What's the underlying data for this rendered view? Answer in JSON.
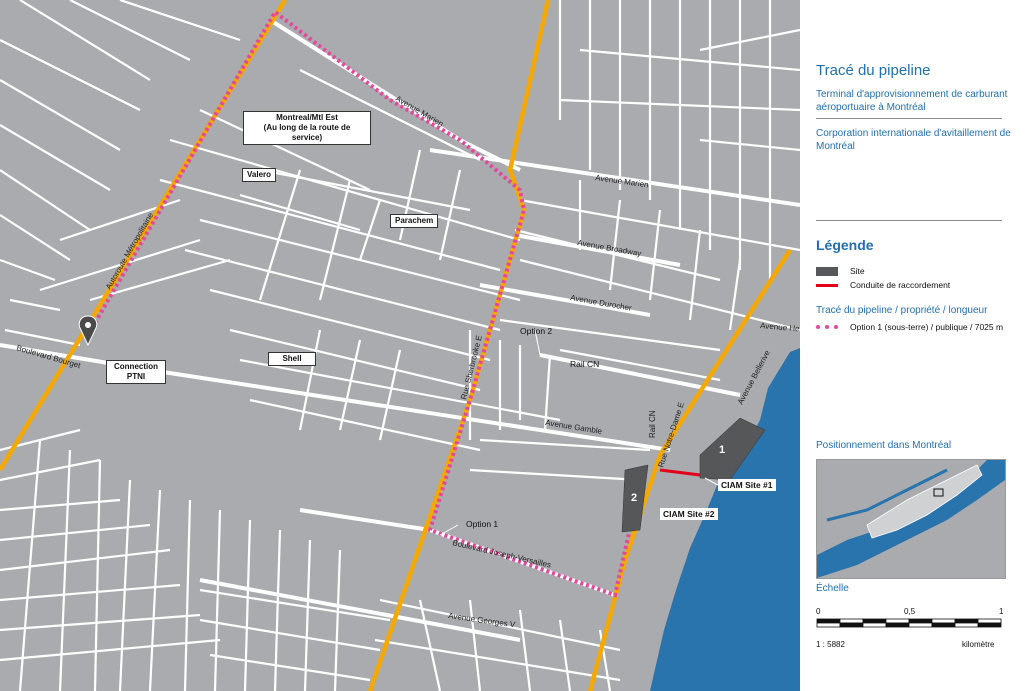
{
  "panel": {
    "title": "Tracé du pipeline",
    "subtitle1": "Terminal d'approvisionnement de carburant aéroportuaire à Montréal",
    "subtitle2": "Corporation internationale d'avitaillement de Montréal",
    "legend_title": "Légende",
    "legend_items": [
      {
        "label": "Site",
        "color": "#555759"
      },
      {
        "label": "Conduite de raccordement",
        "color": "#e2001a"
      }
    ],
    "route_heading": "Tracé du pipeline / propriété / longueur",
    "route_item": {
      "label": "Option 1 (sous-terre) / publique / 7025 m",
      "color": "#e5479b"
    },
    "location_heading": "Positionnement dans Montréal",
    "scale_heading": "Échelle",
    "scale": {
      "start": "0",
      "mid": "0,5",
      "end": "1",
      "ratio": "1 : 5882",
      "unit": "kilomètre"
    }
  },
  "map": {
    "colors": {
      "land": "#a9abae",
      "street": "#ffffff",
      "highway": "#f5a800",
      "water": "#2a74ad",
      "site": "#555759",
      "pipeline": "#e5479b",
      "connection": "#e2001a"
    },
    "labels": {
      "montreal_est": "Montreal/Mtl Est\n(Au long de la route de service)",
      "valero": "Valero",
      "parachem": "Parachem",
      "shell": "Shell",
      "connection": "Connection\nPTNI",
      "option2": "Option 2",
      "option1": "Option 1",
      "rail_cn_1": "Rail CN",
      "rail_cn_2": "Rail CN",
      "ciam1": "CIAM Site #1",
      "ciam2": "CIAM Site #2",
      "site1": "1",
      "site2": "2"
    },
    "streets": {
      "autoroute": "Autoroute Métropolitaine",
      "bourget": "Boulevard Bourget",
      "marien_diag": "Avenue Marien",
      "marien": "Avenue Marien",
      "broadway": "Avenue Broadway",
      "durocher": "Avenue Durocher",
      "gamble": "Avenue Gamble",
      "sherbrooke": "Rue Sherbrooke E",
      "notre_dame": "Rue Notre-Dame E",
      "joseph_versailles": "Boulevard Joseph-Versailles",
      "georges_v": "Avenue Georges V",
      "henri": "Avenue Henri",
      "bellerive": "Avenue Bellerive"
    }
  }
}
